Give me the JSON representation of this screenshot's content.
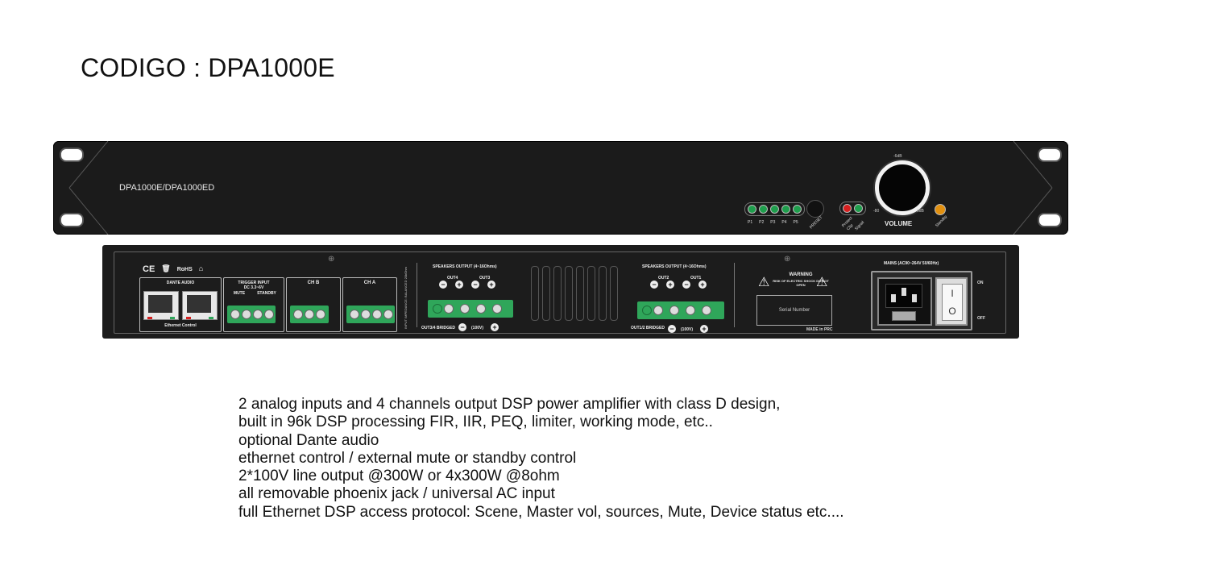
{
  "page": {
    "title": "CODIGO : DPA1000E"
  },
  "front_panel": {
    "model": "DPA1000E/DPA1000ED",
    "preset_labels": [
      "P1",
      "P2",
      "P3",
      "P4",
      "P5"
    ],
    "preset_button_label": "PRESET",
    "clip_labels": [
      "Protect",
      "Clip",
      "Signal"
    ],
    "volume_label": "VOLUME",
    "volume_marks": {
      "top": "-6dB",
      "left": "-80",
      "right": "0dB"
    },
    "standby_label": "Standby",
    "colors": {
      "panel": "#1b1b1b",
      "led_green": "#1e9e4c",
      "led_red": "#d61f1f",
      "led_orange": "#e2900f"
    }
  },
  "rear_panel": {
    "certs": [
      "CE",
      "RoHS"
    ],
    "dante_title": "DANTE AUDIO",
    "ethernet_label": "Ethernet Control",
    "trigger_title": "TRIGGER INPUT",
    "trigger_dc": "DC 3.3~6V",
    "trigger_mute": "MUTE",
    "trigger_standby": "STANDBY",
    "ch_b": "CH B",
    "ch_a": "CH A",
    "speakers_output_left": "SPEAKERS OUTPUT (4~16Ohms)",
    "speakers_output_right": "SPEAKERS OUTPUT (4~16Ohms)",
    "out_left": [
      "OUT4",
      "OUT3"
    ],
    "out_right": [
      "OUT2",
      "OUT1"
    ],
    "bridged_left": "OUT3/4 BRIDGED",
    "bridged_right": "OUT1/2 BRIDGED",
    "line_100v": "(100V)",
    "input_note": "INPUT IMPEDANCE: BALANCED 20kOhm",
    "warning_title": "WARNING",
    "warning_text": "RISK OF ELECTRIC SHOCK DO NOT OPEN",
    "serial_label": "Serial Number",
    "made_in": "MADE in PRC",
    "mains_title": "MAINS (AC90~264V 50/60Hz)",
    "switch_on": "ON",
    "switch_off": "OFF",
    "switch_glyphs": {
      "on": "I",
      "off": "O"
    }
  },
  "description": {
    "lines": [
      "2 analog inputs and 4 channels output DSP power amplifier with class D design,",
      "built in 96k DSP processing FIR, IIR, PEQ, limiter, working mode, etc..",
      "optional Dante audio",
      "ethernet control / external mute or standby control",
      "2*100V line output @300W or 4x300W @8ohm",
      "all removable phoenix jack / universal AC input",
      "full Ethernet DSP access protocol: Scene, Master vol, sources, Mute, Device status etc...."
    ]
  }
}
